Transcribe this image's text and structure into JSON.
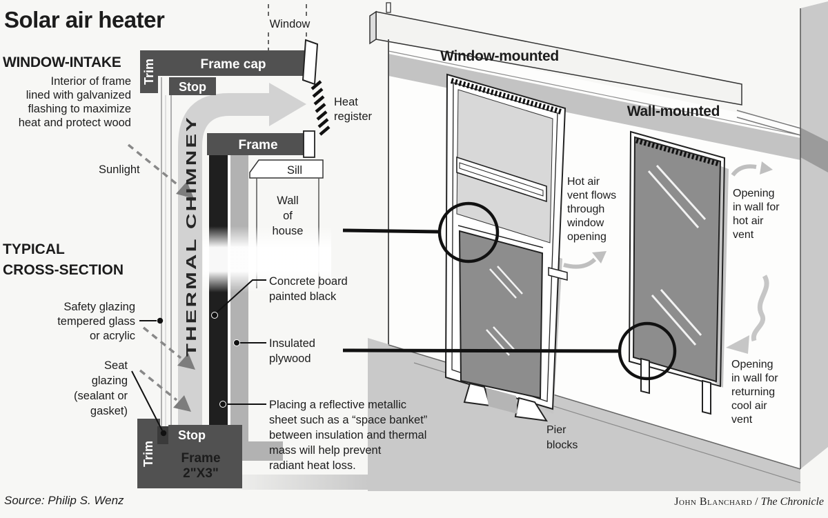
{
  "title": "Solar air heater",
  "source_line": "Source: Philip S. Wenz",
  "credit": {
    "name": "John Blanchard",
    "separator": " / ",
    "publication": "The Chronicle"
  },
  "colors": {
    "label_box": "#515151",
    "box_text": "#ffffff",
    "concrete_dark": "#1f1f1f",
    "plywood_gray": "#b2b2b2",
    "chimney_gray": "#d2d2d2",
    "arrow_gray": "#bfbfbf",
    "panel_gray": "#8d8d8d",
    "glass_gray": "#d8d8d8",
    "ground_gray": "#c9c9c9",
    "ink": "#1c1c1c"
  },
  "cross_section": {
    "heading_window_intake": "WINDOW-INTAKE",
    "heading_cross_section_lines": [
      "TYPICAL",
      "CROSS-SECTION"
    ],
    "intro_lines": [
      "Interior of frame",
      "lined with galvanized",
      "flashing to maximize",
      "heat and protect wood"
    ],
    "window_label": "Window",
    "frame_cap_label": "Frame cap",
    "trim_top_label": "Trim",
    "stop_top_label": "Stop",
    "heat_register_lines": [
      "Heat",
      "register"
    ],
    "frame_mid_label": "Frame",
    "sill_label": "Sill",
    "wall_of_house_lines": [
      "Wall",
      "of",
      "house"
    ],
    "sunlight_label": "Sunlight",
    "thermal_chimney_label": "THERMAL CHIMNEY",
    "safety_glazing_lines": [
      "Safety glazing",
      "tempered glass",
      "or acrylic"
    ],
    "seat_glazing_lines": [
      "Seat",
      "glazing",
      "(sealant or",
      "gasket)"
    ],
    "concrete_board_lines": [
      "Concrete board",
      "painted black"
    ],
    "insulated_plywood_lines": [
      "Insulated",
      "plywood"
    ],
    "reflective_note_lines": [
      "Placing a reflective metallic",
      "sheet such as a “space banket”",
      "between insulation and thermal",
      "mass will help prevent",
      "radiant heat loss."
    ],
    "stop_bottom_label": "Stop",
    "trim_bottom_label": "Trim",
    "frame_bottom_lines": [
      "Frame",
      "2\"X3\""
    ]
  },
  "installations": {
    "window_mounted_title": "Window-mounted",
    "wall_mounted_title": "Wall-mounted",
    "hot_air_lines": [
      "Hot air",
      "vent flows",
      "through",
      "window",
      "opening"
    ],
    "opening_hot_lines": [
      "Opening",
      "in wall for",
      "hot air",
      "vent"
    ],
    "pier_blocks_lines": [
      "Pier",
      "blocks"
    ],
    "opening_cool_lines": [
      "Opening",
      "in wall for",
      "returning",
      "cool air",
      "vent"
    ]
  }
}
